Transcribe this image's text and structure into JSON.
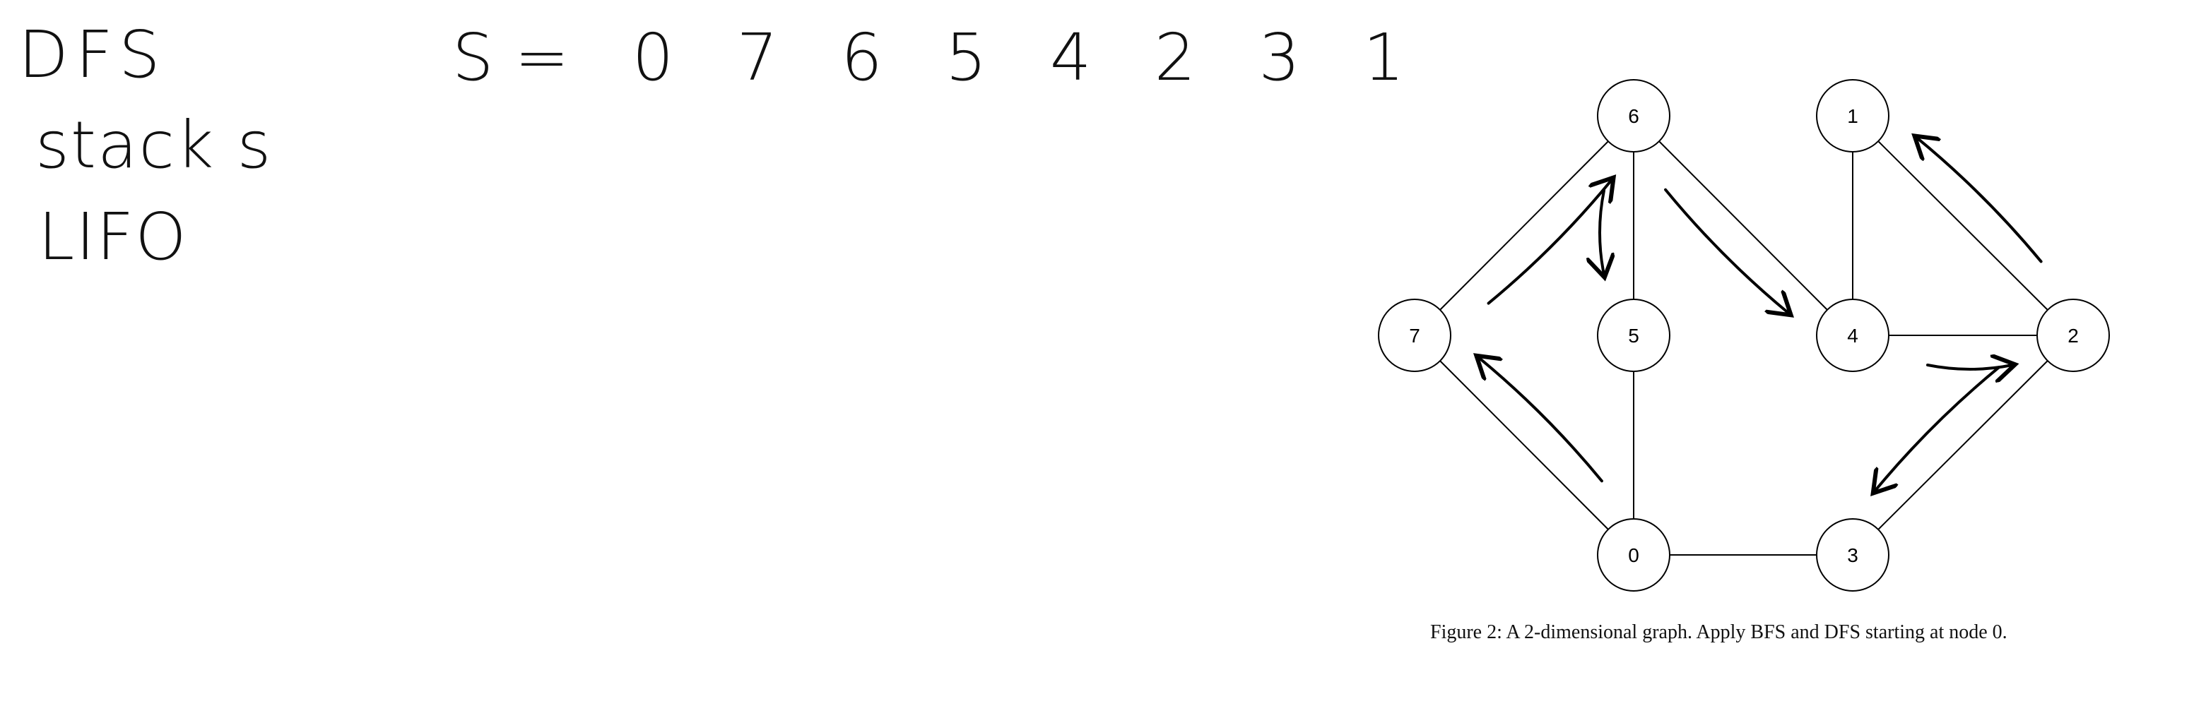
{
  "notes": {
    "title": "DFS",
    "line1": "stack s",
    "line2": "LIFO",
    "sequence": "S= 0 7 6 5 4 2 3 1"
  },
  "graph": {
    "nodes": [
      {
        "id": "node-0",
        "label": "0"
      },
      {
        "id": "node-1",
        "label": "1"
      },
      {
        "id": "node-2",
        "label": "2"
      },
      {
        "id": "node-3",
        "label": "3"
      },
      {
        "id": "node-4",
        "label": "4"
      },
      {
        "id": "node-5",
        "label": "5"
      },
      {
        "id": "node-6",
        "label": "6"
      },
      {
        "id": "node-7",
        "label": "7"
      }
    ],
    "edges": [
      [
        "0",
        "7"
      ],
      [
        "0",
        "5"
      ],
      [
        "0",
        "3"
      ],
      [
        "7",
        "6"
      ],
      [
        "6",
        "5"
      ],
      [
        "6",
        "4"
      ],
      [
        "4",
        "1"
      ],
      [
        "4",
        "2"
      ],
      [
        "1",
        "2"
      ],
      [
        "2",
        "3"
      ]
    ],
    "traversal_arrows": [
      [
        "0",
        "7"
      ],
      [
        "7",
        "6"
      ],
      [
        "6",
        "5"
      ],
      [
        "6",
        "4"
      ],
      [
        "4",
        "2"
      ],
      [
        "2",
        "3"
      ],
      [
        "2",
        "1"
      ]
    ],
    "caption": "Figure 2: A 2-dimensional graph. Apply BFS and DFS starting at node 0."
  }
}
